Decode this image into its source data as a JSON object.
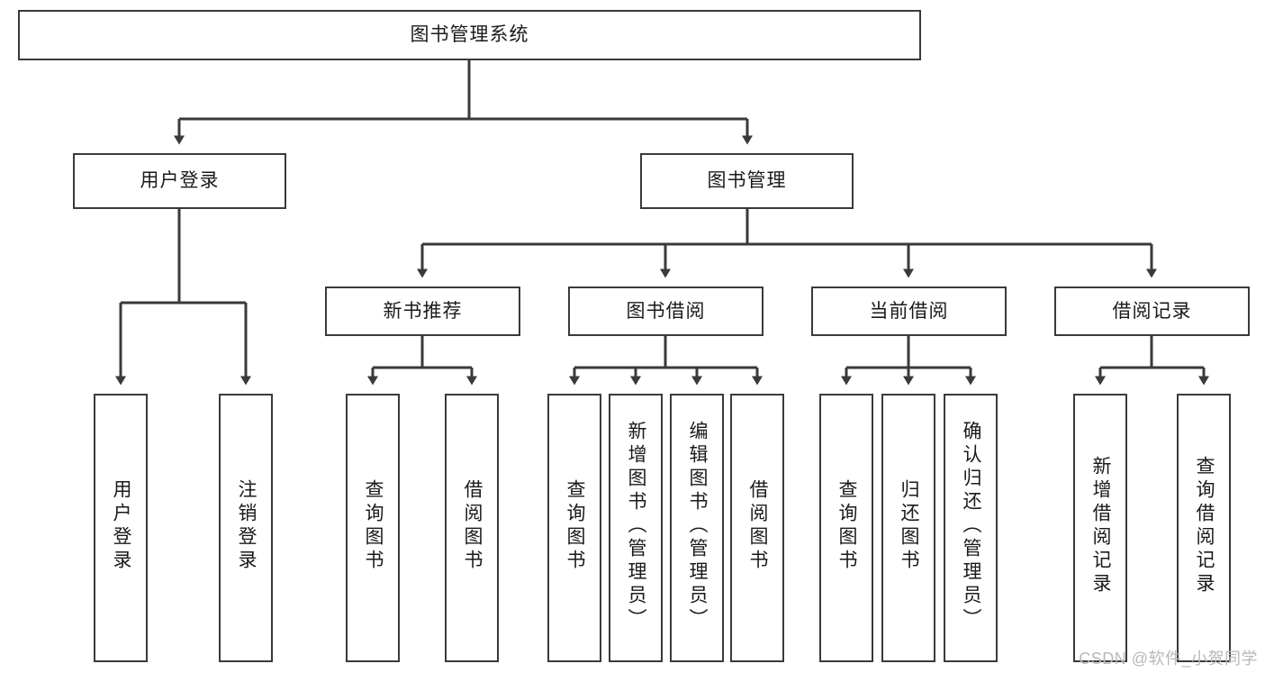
{
  "diagram": {
    "title": "图书管理系统",
    "type": "tree",
    "stroke_color": "#3a3a3a",
    "fill_color": "#ffffff",
    "text_color": "#1a1a1a",
    "root": {
      "label": "图书管理系统"
    },
    "level2": [
      {
        "label": "用户登录"
      },
      {
        "label": "图书管理"
      }
    ],
    "level3": [
      {
        "label": "新书推荐"
      },
      {
        "label": "图书借阅"
      },
      {
        "label": "当前借阅"
      },
      {
        "label": "借阅记录"
      }
    ],
    "leaves": {
      "user_login": [
        {
          "label": "用户登录"
        },
        {
          "label": "注销登录"
        }
      ],
      "new_book_recommend": [
        {
          "label": "查询图书"
        },
        {
          "label": "借阅图书"
        }
      ],
      "book_borrow": [
        {
          "label": "查询图书"
        },
        {
          "label": "新增图书（管理员）"
        },
        {
          "label": "编辑图书（管理员）"
        },
        {
          "label": "借阅图书"
        }
      ],
      "current_borrow": [
        {
          "label": "查询图书"
        },
        {
          "label": "归还图书"
        },
        {
          "label": "确认归还（管理员）"
        }
      ],
      "borrow_record": [
        {
          "label": "新增借阅记录"
        },
        {
          "label": "查询借阅记录"
        }
      ]
    }
  },
  "watermark": {
    "text": "CSDN @软件_小贺同学"
  }
}
